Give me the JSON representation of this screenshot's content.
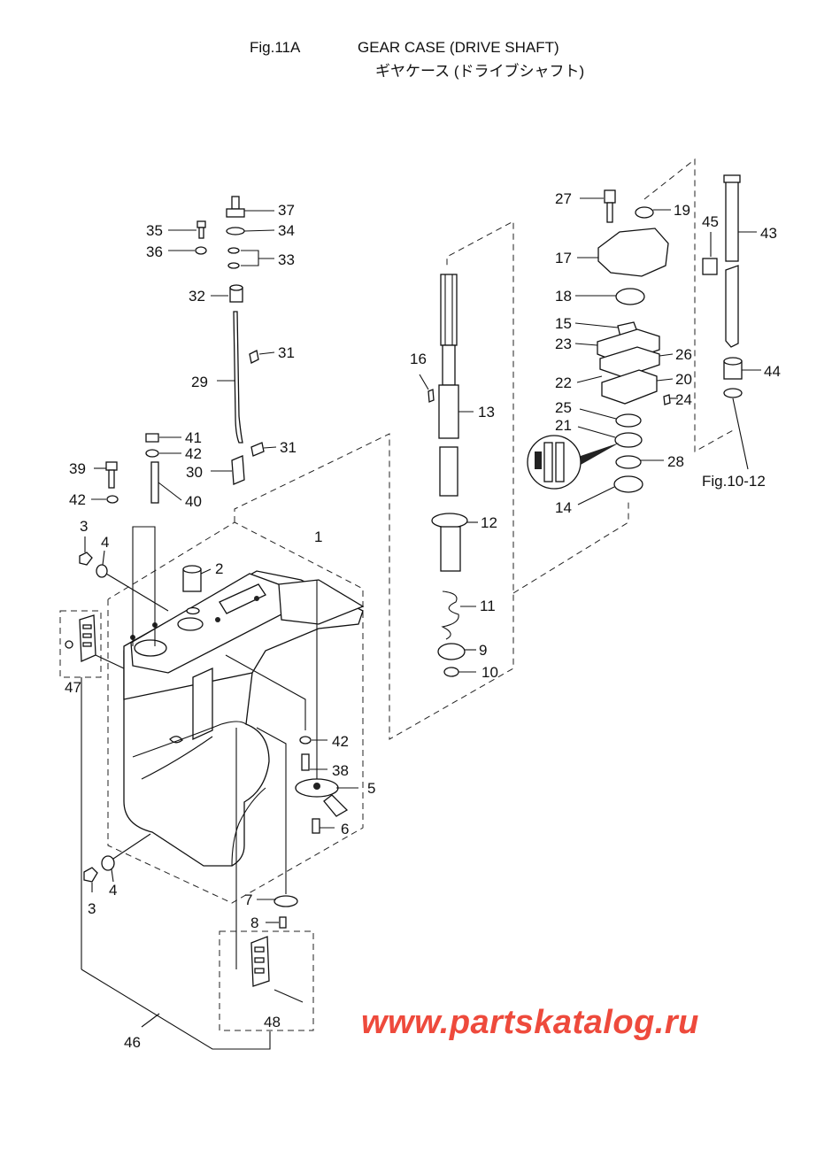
{
  "header": {
    "figure_no": "Fig.11A",
    "title": "GEAR CASE (DRIVE SHAFT)",
    "subtitle": "ギヤケース (ドライブシャフト)"
  },
  "callouts": {
    "p1": "1",
    "p2": "2",
    "p3a": "3",
    "p3b": "3",
    "p4a": "4",
    "p4b": "4",
    "p5": "5",
    "p6": "6",
    "p7": "7",
    "p8": "8",
    "p9": "9",
    "p10": "10",
    "p11": "11",
    "p12": "12",
    "p13": "13",
    "p14": "14",
    "p15": "15",
    "p16": "16",
    "p17": "17",
    "p18": "18",
    "p19": "19",
    "p20": "20",
    "p21": "21",
    "p22": "22",
    "p23": "23",
    "p24": "24",
    "p25": "25",
    "p26": "26",
    "p27": "27",
    "p28": "28",
    "p29": "29",
    "p30": "30",
    "p31a": "31",
    "p31b": "31",
    "p32": "32",
    "p33": "33",
    "p34": "34",
    "p35": "35",
    "p36": "36",
    "p37": "37",
    "p38": "38",
    "p39": "39",
    "p40": "40",
    "p41": "41",
    "p42a": "42",
    "p42b": "42",
    "p42c": "42",
    "p43": "43",
    "p44": "44",
    "p45": "45",
    "p46": "46",
    "p47": "47",
    "p48": "48",
    "ref": "Fig.10-12"
  },
  "watermark": "www.partskatalog.ru"
}
